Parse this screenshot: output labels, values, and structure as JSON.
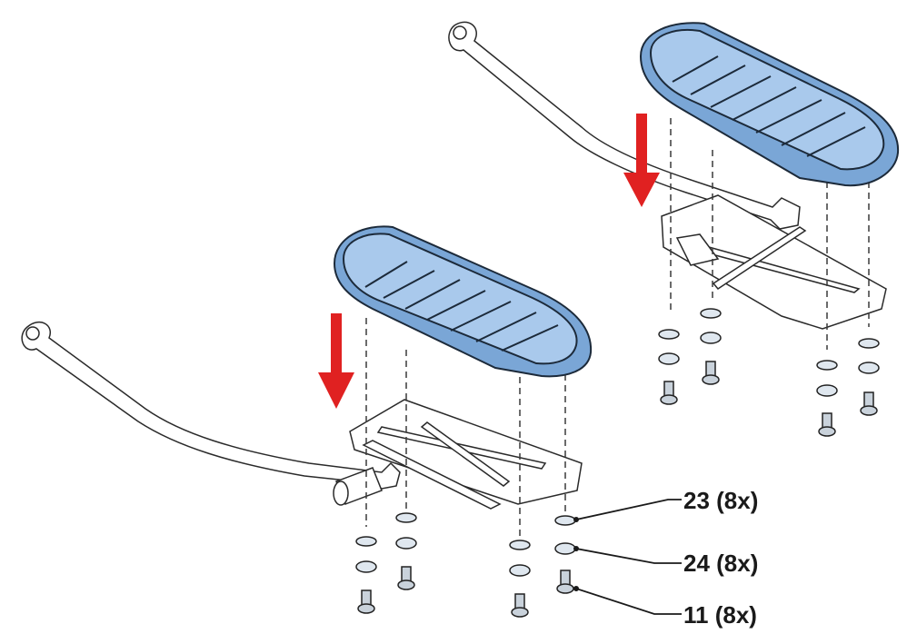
{
  "callouts": [
    {
      "id": "23",
      "label": "23 (8x)"
    },
    {
      "id": "24",
      "label": "24 (8x)"
    },
    {
      "id": "11",
      "label": "11 (8x)"
    }
  ],
  "colors": {
    "pedal": "#a9c9ec",
    "arrow": "#e02121",
    "line": "#1a1a1a"
  }
}
